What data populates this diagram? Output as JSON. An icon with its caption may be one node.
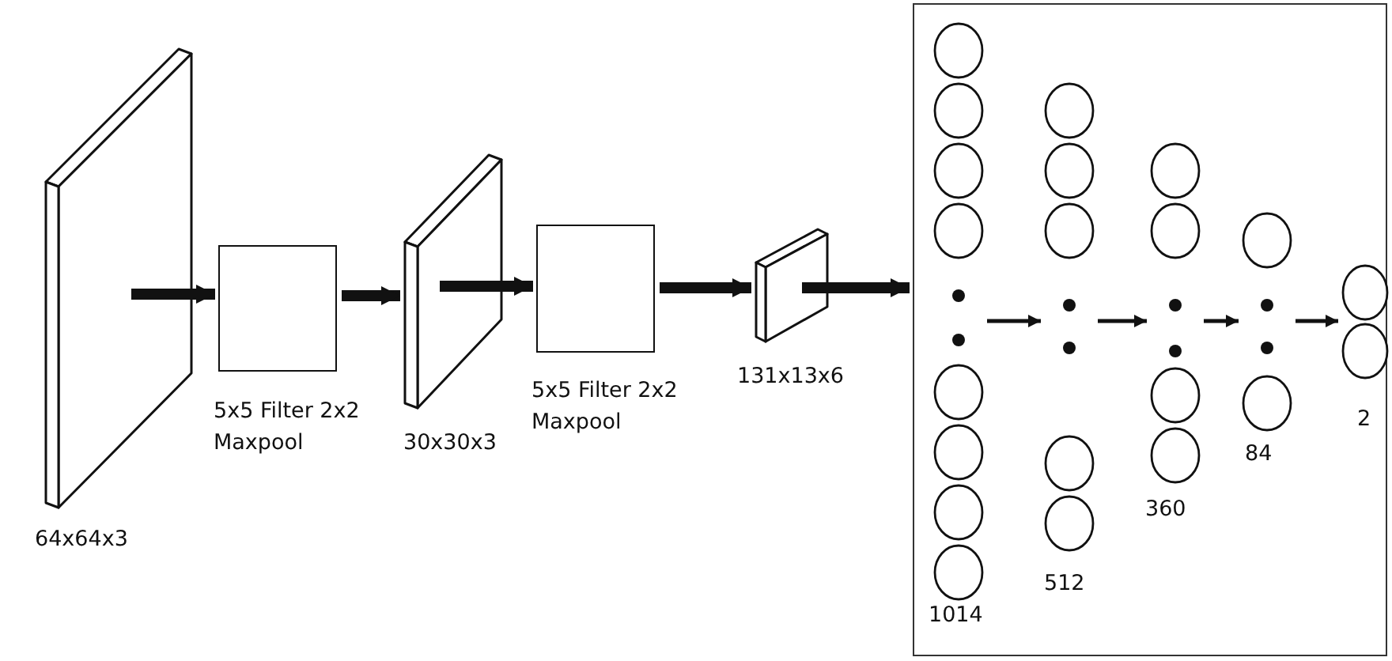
{
  "diagram": {
    "nodes": [
      {
        "text": [
          "64x64x3"
        ]
      },
      {
        "text": [
          "5x5 Filter 2x2 Maxpool"
        ]
      },
      {
        "text": [
          "30x30x3"
        ]
      },
      {
        "text": [
          "5x5 Filter 2x2 Maxpool"
        ]
      },
      {
        "text": [
          "131x13x6"
        ]
      },
      {
        "text": [],
        "shape": "box"
      },
      {
        "text": [
          "1014"
        ],
        "in": 5
      },
      {
        "text": [
          "512"
        ],
        "in": 5
      },
      {
        "text": [
          "360"
        ],
        "in": 5
      },
      {
        "text": [
          "84"
        ],
        "in": 5
      },
      {
        "text": [
          "2"
        ],
        "in": 5
      }
    ],
    "edges": [
      {
        "from": 0,
        "to": 1,
        "arrow": "to"
      },
      {
        "from": 1,
        "to": 2,
        "arrow": "to"
      },
      {
        "from": 2,
        "to": 3,
        "arrow": "to"
      },
      {
        "from": 3,
        "to": 4,
        "arrow": "to"
      },
      {
        "from": 4,
        "to": 5,
        "arrow": "to"
      },
      {
        "from": 6,
        "to": 7,
        "arrow": "to"
      },
      {
        "from": 7,
        "to": 8,
        "arrow": "to"
      },
      {
        "from": 8,
        "to": 9,
        "arrow": "to"
      },
      {
        "from": 9,
        "to": 10,
        "arrow": "to"
      }
    ]
  }
}
